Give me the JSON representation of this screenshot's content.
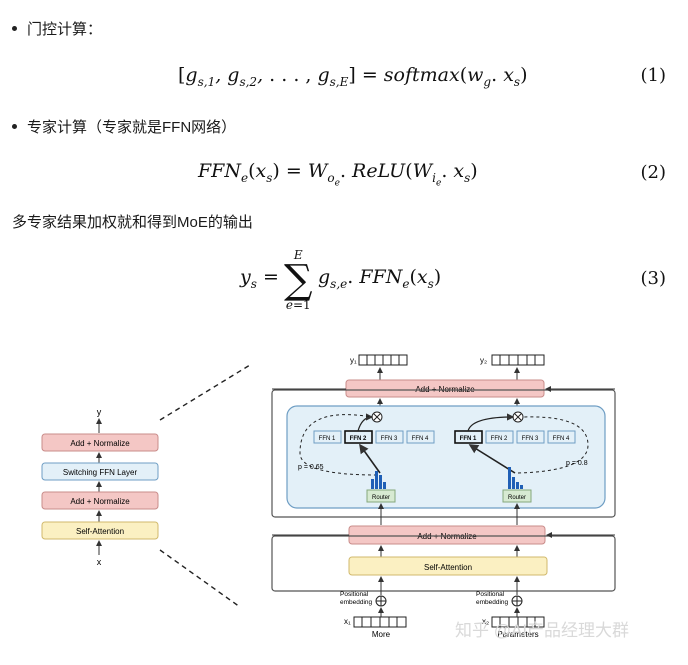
{
  "bullets": [
    {
      "text": "门控计算："
    },
    {
      "text": "专家计算（专家就是FFN网络）"
    }
  ],
  "paragraph": "多专家结果加权就和得到MoE的输出",
  "equations": [
    {
      "number": "(1)"
    },
    {
      "number": "(2)"
    },
    {
      "number": "(3)"
    }
  ],
  "diagram": {
    "left_stack": {
      "output": "y",
      "input": "x",
      "blocks": [
        "Add + Normalize",
        "Switching FFN Layer",
        "Add + Normalize",
        "Self-Attention"
      ]
    },
    "right": {
      "outputs": [
        "y₁",
        "y₂"
      ],
      "top_add_norm": "Add + Normalize",
      "mid_add_norm": "Add + Normalize",
      "self_attention": "Self-Attention",
      "ffn_labels": [
        "FFN 1",
        "FFN 2",
        "FFN 3",
        "FFN 4"
      ],
      "router_label": "Router",
      "p_left": "p = 0.65",
      "p_right": "p = 0.8",
      "positional": "Positional",
      "embedding": "embedding",
      "inputs": [
        "x₁",
        "x₂"
      ],
      "tokens": [
        "More",
        "Parameters"
      ]
    }
  },
  "watermark": "知乎 @AI产品经理大群",
  "colors": {
    "pink": "#f4c7c5",
    "pink_border": "#c98c8a",
    "blue_light": "#e3f0f8",
    "blue_border": "#6f9ec4",
    "yellow": "#fbf0c2",
    "yellow_border": "#d1b96c",
    "green": "#d7ead2",
    "green_border": "#86a87c",
    "bar_blue": "#1f5fb6"
  }
}
